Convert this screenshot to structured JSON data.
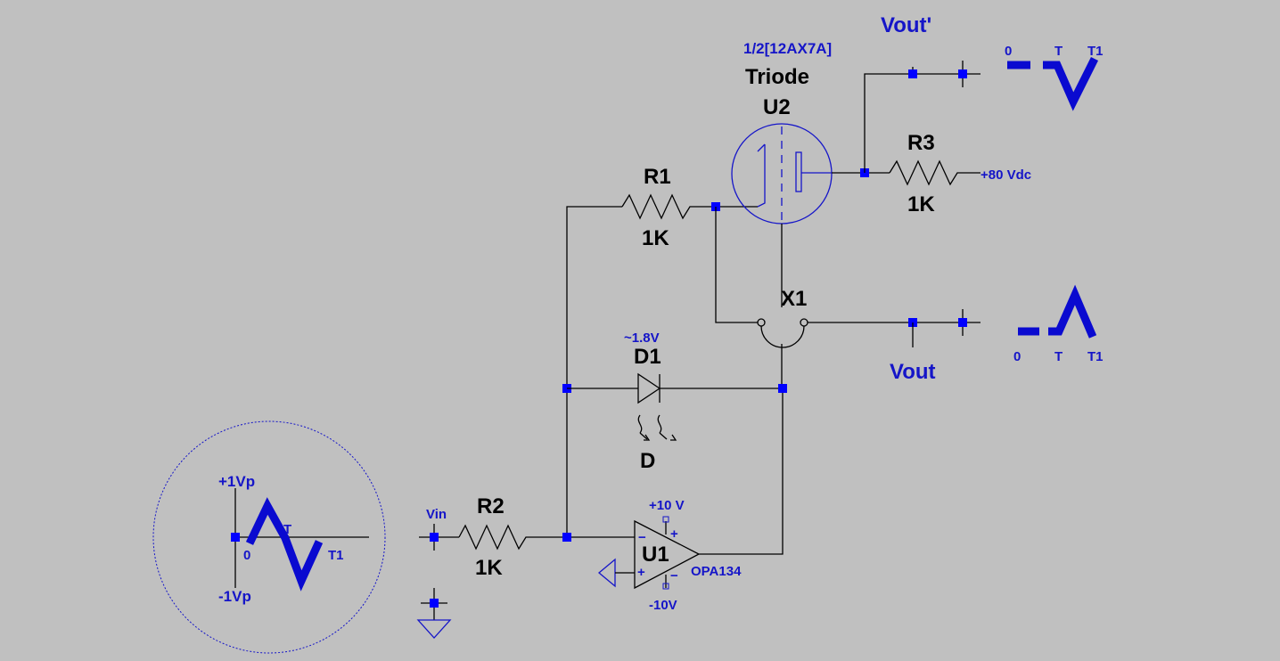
{
  "components": {
    "u2": {
      "model": "1/2[12AX7A]",
      "type": "Triode",
      "ref": "U2"
    },
    "r1": {
      "ref": "R1",
      "value": "1K"
    },
    "r2": {
      "ref": "R2",
      "value": "1K"
    },
    "r3": {
      "ref": "R3",
      "value": "1K",
      "supply": "+80 Vdc"
    },
    "x1": {
      "ref": "X1"
    },
    "d1": {
      "ref": "D1",
      "forward_voltage": "~1.8V",
      "type": "D"
    },
    "u1": {
      "ref": "U1",
      "model": "OPA134",
      "vplus": "+10 V",
      "vminus": "-10V"
    }
  },
  "nets": {
    "vout_prime": "Vout'",
    "vout": "Vout",
    "vin": "Vin"
  },
  "waveforms": {
    "input": {
      "pos_peak": "+1Vp",
      "neg_peak": "-1Vp",
      "t0": "0",
      "t": "T",
      "t1": "T1"
    },
    "vout_prime": {
      "t0": "0",
      "t": "T",
      "t1": "T1"
    },
    "vout": {
      "t0": "0",
      "t": "T",
      "t1": "T1"
    }
  },
  "colors": {
    "background": "#c0c0c0",
    "wire": "#000000",
    "node": "#0000ff",
    "label": "#1515c8"
  }
}
